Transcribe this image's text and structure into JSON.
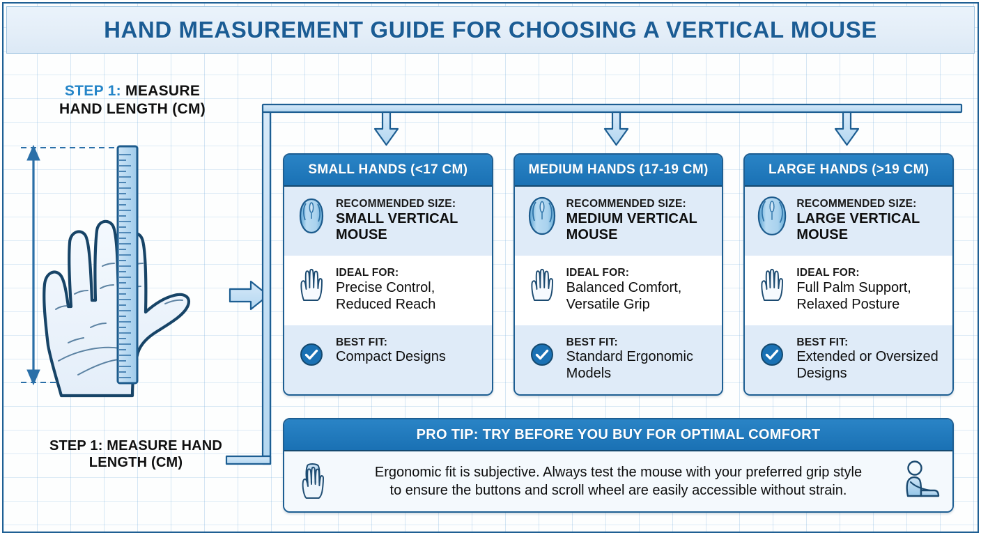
{
  "header": {
    "title": "HAND MEASUREMENT GUIDE FOR CHOOSING A VERTICAL MOUSE",
    "title_color": "#1b5c94",
    "bar_bg": "#e6f0f9"
  },
  "theme": {
    "accent_blue": "#2585c8",
    "header_blue": "#1a71b4",
    "dark_outline": "#1d5e92",
    "row_light": "#dfebf8",
    "row_white": "#ffffff",
    "grid_line": "#78afdc"
  },
  "step": {
    "heading_accent": "STEP 1:",
    "heading_rest": "MEASURE",
    "heading_line2": "HAND LENGTH (CM)",
    "caption_line1": "STEP 1: MEASURE HAND",
    "caption_line2": "LENGTH (CM)"
  },
  "cards": [
    {
      "header": "SMALL HANDS (<17 CM)",
      "icon_mouse": "vertical-mouse-icon-small",
      "icon_hand": "hand-outline-icon",
      "icon_check": "check-circle-icon",
      "size_label": "RECOMMENDED SIZE:",
      "size_value": "SMALL VERTICAL MOUSE",
      "ideal_label": "IDEAL FOR:",
      "ideal_value": "Precise Control, Reduced Reach",
      "fit_label": "BEST FIT:",
      "fit_value": "Compact Designs"
    },
    {
      "header": "MEDIUM HANDS (17-19 CM)",
      "icon_mouse": "vertical-mouse-icon-medium",
      "icon_hand": "hand-outline-icon",
      "icon_check": "check-circle-icon",
      "size_label": "RECOMMENDED SIZE:",
      "size_value": "MEDIUM VERTICAL MOUSE",
      "ideal_label": "IDEAL FOR:",
      "ideal_value": "Balanced Comfort, Versatile Grip",
      "fit_label": "BEST FIT:",
      "fit_value": "Standard Ergonomic Models"
    },
    {
      "header": "LARGE HANDS (>19 CM)",
      "icon_mouse": "vertical-mouse-icon-large",
      "icon_hand": "hand-outline-icon",
      "icon_check": "check-circle-icon",
      "size_label": "RECOMMENDED SIZE:",
      "size_value": "LARGE VERTICAL MOUSE",
      "ideal_label": "IDEAL FOR:",
      "ideal_value": "Full Palm Support, Relaxed Posture",
      "fit_label": "BEST FIT:",
      "fit_value": "Extended or Oversized Designs"
    }
  ],
  "protip": {
    "header": "PRO TIP: TRY BEFORE YOU BUY FOR OPTIMAL COMFORT",
    "body_line1": "Ergonomic fit is subjective. Always test the mouse with your preferred grip style",
    "body_line2": "to ensure the buttons and scroll wheel are easily accessible without strain.",
    "icon_left": "hand-on-mouse-icon",
    "icon_right": "seated-person-at-desk-icon"
  },
  "illustration": {
    "name": "hand-with-ruler-illustration",
    "measure_arrow": "vertical-double-arrow",
    "ruler": "ruler-icon"
  }
}
